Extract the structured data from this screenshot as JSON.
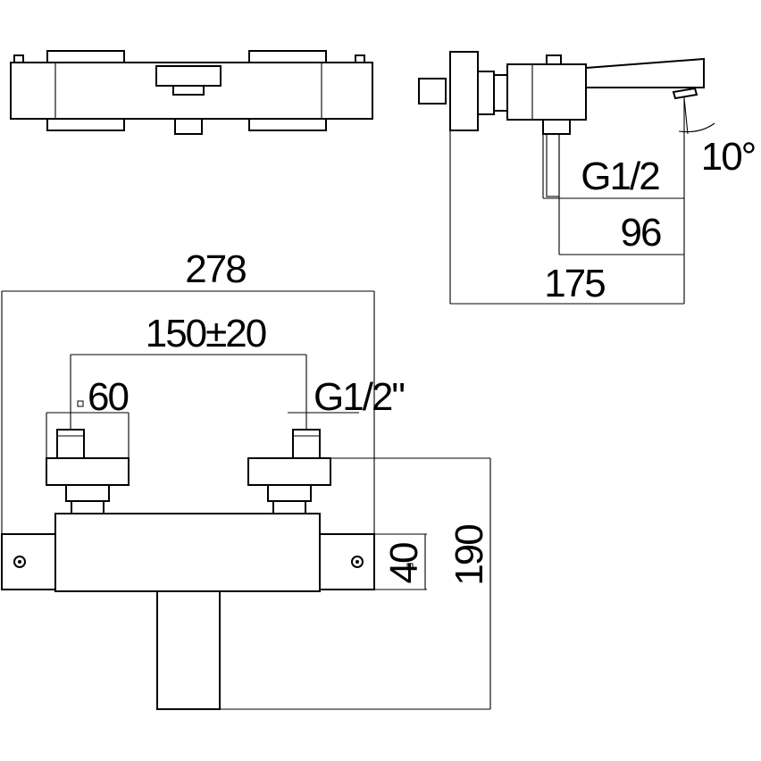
{
  "dimensions": {
    "overall_width": "278",
    "inlet_spacing": "150±20",
    "square_60": "60",
    "inlet_thread": "G1/2\"",
    "square_40": "40",
    "height": "190",
    "side_thread": "G1/2",
    "depth_96": "96",
    "depth_175": "175",
    "spout_angle": "10°"
  }
}
